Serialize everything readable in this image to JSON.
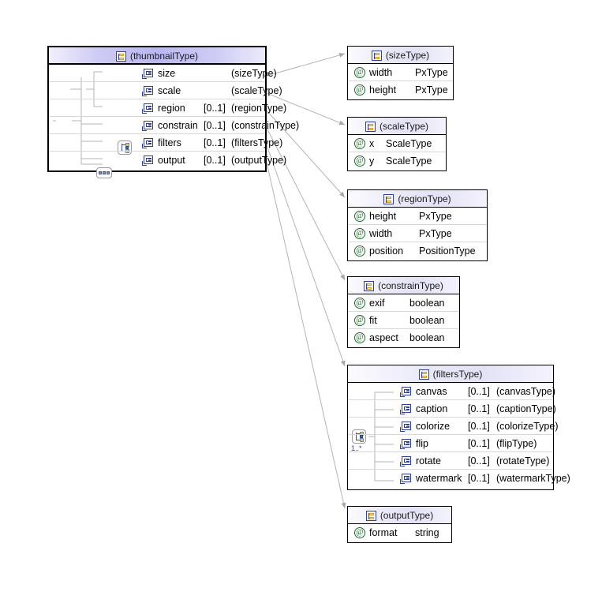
{
  "diagram": {
    "title": "XML Schema diagram: thumbnailType",
    "background": "#ffffff",
    "line_color": "#b0b0b0",
    "accent_element": "#2b3fa6",
    "accent_attribute": "#1c6b2c",
    "header_gradient_from": "#f2f0fb",
    "header_gradient_to": "#b9b7f2"
  },
  "nodes": [
    {
      "id": "thumbnailType",
      "header": "(thumbnailType)",
      "header_icon": "complex-type-icon",
      "compositor": "sequence",
      "compositor_icon": "sequence-icon",
      "group_compositor": "choice-icon",
      "rows": [
        {
          "icon": "element-icon",
          "name": "size",
          "cardinality": "",
          "type": "(sizeType)"
        },
        {
          "icon": "element-icon",
          "name": "scale",
          "cardinality": "",
          "type": "(scaleType)"
        },
        {
          "icon": "element-icon",
          "name": "region",
          "cardinality": "[0..1]",
          "type": "(regionType)"
        },
        {
          "icon": "element-icon",
          "name": "constrain",
          "cardinality": "[0..1]",
          "type": "(constrainType)"
        },
        {
          "icon": "element-icon",
          "name": "filters",
          "cardinality": "[0..1]",
          "type": "(filtersType)"
        },
        {
          "icon": "element-icon",
          "name": "output",
          "cardinality": "[0..1]",
          "type": "(outputType)"
        }
      ]
    },
    {
      "id": "sizeType",
      "header": "(sizeType)",
      "header_icon": "complex-type-icon",
      "rows": [
        {
          "icon": "attribute-icon",
          "name": "width",
          "cardinality": "",
          "type": "PxType"
        },
        {
          "icon": "attribute-icon",
          "name": "height",
          "cardinality": "",
          "type": "PxType"
        }
      ]
    },
    {
      "id": "scaleType",
      "header": "(scaleType)",
      "header_icon": "complex-type-icon",
      "rows": [
        {
          "icon": "attribute-icon",
          "name": "x",
          "cardinality": "",
          "type": "ScaleType"
        },
        {
          "icon": "attribute-icon",
          "name": "y",
          "cardinality": "",
          "type": "ScaleType"
        }
      ]
    },
    {
      "id": "regionType",
      "header": "(regionType)",
      "header_icon": "complex-type-icon",
      "rows": [
        {
          "icon": "attribute-icon",
          "name": "height",
          "cardinality": "",
          "type": "PxType"
        },
        {
          "icon": "attribute-icon",
          "name": "width",
          "cardinality": "",
          "type": "PxType"
        },
        {
          "icon": "attribute-icon",
          "name": "position",
          "cardinality": "",
          "type": "PositionType"
        }
      ]
    },
    {
      "id": "constrainType",
      "header": "(constrainType)",
      "header_icon": "complex-type-icon",
      "rows": [
        {
          "icon": "attribute-icon",
          "name": "exif",
          "cardinality": "",
          "type": "boolean"
        },
        {
          "icon": "attribute-icon",
          "name": "fit",
          "cardinality": "",
          "type": "boolean"
        },
        {
          "icon": "attribute-icon",
          "name": "aspect",
          "cardinality": "",
          "type": "boolean"
        }
      ]
    },
    {
      "id": "filtersType",
      "header": "(filtersType)",
      "header_icon": "complex-type-icon",
      "compositor": "choice",
      "compositor_icon": "choice-icon",
      "compositor_cardinality": "1..*",
      "rows": [
        {
          "icon": "element-icon",
          "name": "canvas",
          "cardinality": "[0..1]",
          "type": "(canvasType)"
        },
        {
          "icon": "element-icon",
          "name": "caption",
          "cardinality": "[0..1]",
          "type": "(captionType)"
        },
        {
          "icon": "element-icon",
          "name": "colorize",
          "cardinality": "[0..1]",
          "type": "(colorizeType)"
        },
        {
          "icon": "element-icon",
          "name": "flip",
          "cardinality": "[0..1]",
          "type": "(flipType)"
        },
        {
          "icon": "element-icon",
          "name": "rotate",
          "cardinality": "[0..1]",
          "type": "(rotateType)"
        },
        {
          "icon": "element-icon",
          "name": "watermark",
          "cardinality": "[0..1]",
          "type": "(watermarkType)"
        }
      ]
    },
    {
      "id": "outputType",
      "header": "(outputType)",
      "header_icon": "complex-type-icon",
      "rows": [
        {
          "icon": "attribute-icon",
          "name": "format",
          "cardinality": "",
          "type": "string"
        }
      ]
    }
  ]
}
